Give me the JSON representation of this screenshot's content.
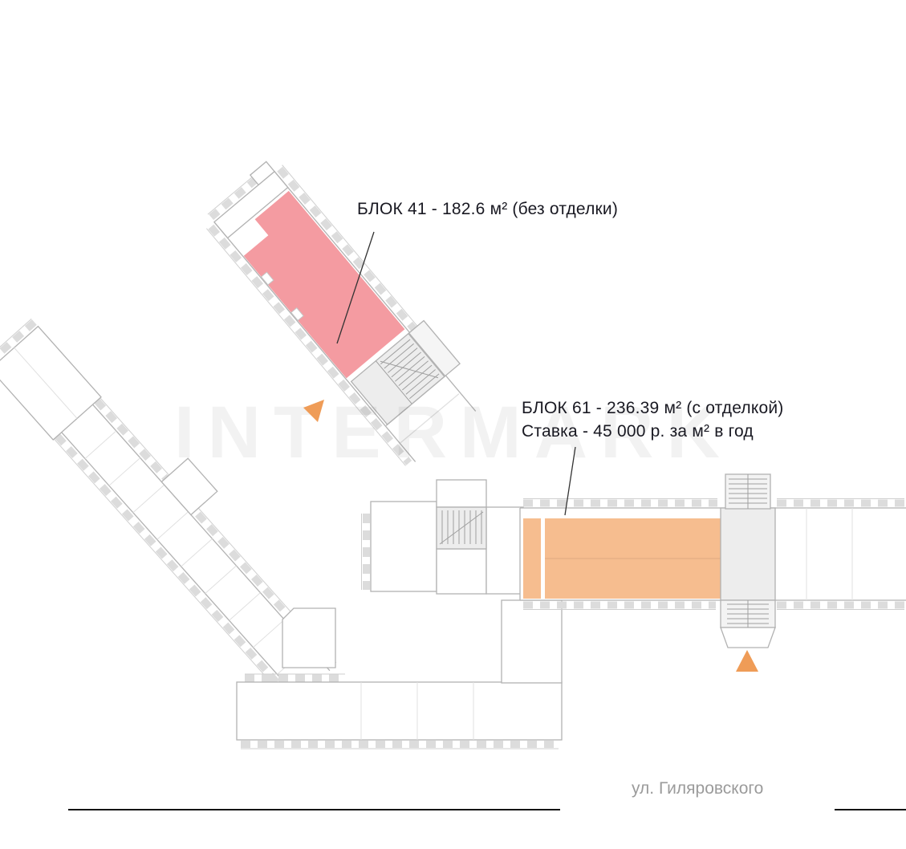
{
  "watermark": "INTERMARK",
  "labels": {
    "block41": "БЛОК 41 - 182.6 м² (без отделки)",
    "block61_line1": "БЛОК 61 - 236.39 м² (с отделкой)",
    "block61_line2": "Ставка - 45 000 р. за м² в год",
    "street": "ул. Гиляровского"
  },
  "blocks": {
    "block41": {
      "name": "БЛОК 41",
      "area_m2": "182.6",
      "finish": "без отделки",
      "fill": "#f49ba1"
    },
    "block61": {
      "name": "БЛОК 61",
      "area_m2": "236.39",
      "finish": "с отделкой",
      "rate": "45 000 р. за м² в год",
      "fill": "#f6bd8f"
    }
  },
  "colors": {
    "arrow": "#ef9c57",
    "label_text": "#191922",
    "street_text": "#9b9b9b",
    "rule": "#141414"
  }
}
